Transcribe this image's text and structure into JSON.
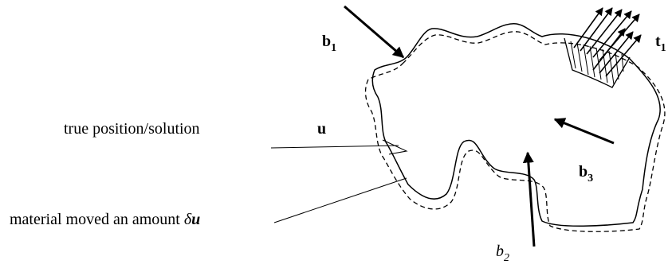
{
  "labels": {
    "b1": {
      "main": "b",
      "sub": "1"
    },
    "t1": {
      "main": "t",
      "sub": "1"
    },
    "b3": {
      "main": "b",
      "sub": "3"
    },
    "b2": {
      "main": "b",
      "sub": "2"
    },
    "u": "u",
    "true_position": "true position/solution",
    "moved_prefix": "material moved an amount ",
    "moved_symbol": "δ",
    "moved_var": "u"
  },
  "colors": {
    "ink": "#000000",
    "background": "#ffffff"
  }
}
